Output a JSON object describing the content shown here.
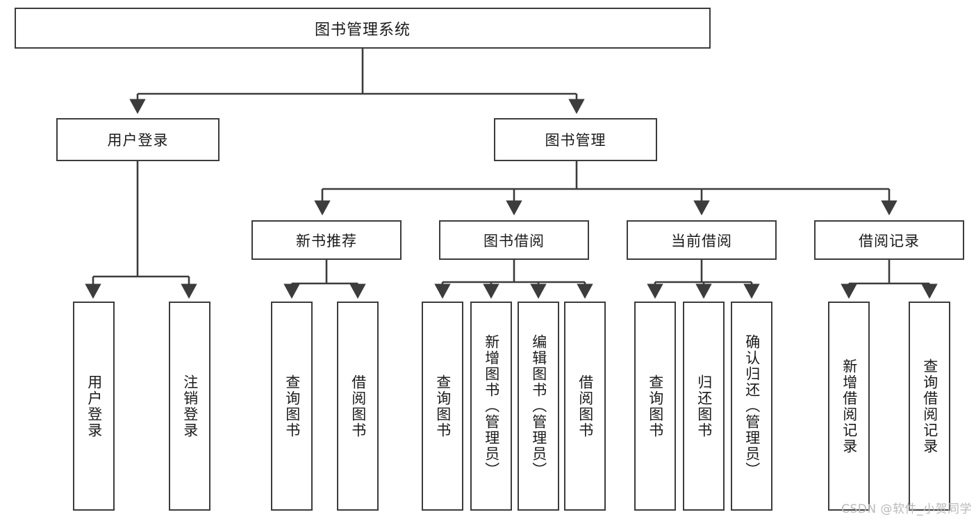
{
  "diagram": {
    "title": "图书管理系统",
    "watermark": "CSDN @软件_小贺同学",
    "line_color": "#3c3c3c",
    "box_fill": "#ffffff",
    "text_color": "#1a1a1a",
    "watermark_color": "#b9b9b9",
    "root": {
      "label": "图书管理系统"
    },
    "level2": [
      {
        "label": "用户登录"
      },
      {
        "label": "图书管理"
      }
    ],
    "level3": [
      {
        "label": "新书推荐"
      },
      {
        "label": "图书借阅"
      },
      {
        "label": "当前借阅"
      },
      {
        "label": "借阅记录"
      }
    ],
    "leaves": {
      "user_login": [
        {
          "label": "用户登录"
        },
        {
          "label": "注销登录"
        }
      ],
      "new_book_recommend": [
        {
          "label": "查询图书"
        },
        {
          "label": "借阅图书"
        }
      ],
      "book_borrow": [
        {
          "label": "查询图书"
        },
        {
          "label": "新增图书（管理员）"
        },
        {
          "label": "编辑图书（管理员）"
        },
        {
          "label": "借阅图书"
        }
      ],
      "current_borrow": [
        {
          "label": "查询图书"
        },
        {
          "label": "归还图书"
        },
        {
          "label": "确认归还（管理员）"
        }
      ],
      "borrow_record": [
        {
          "label": "新增借阅记录"
        },
        {
          "label": "查询借阅记录"
        }
      ]
    }
  }
}
